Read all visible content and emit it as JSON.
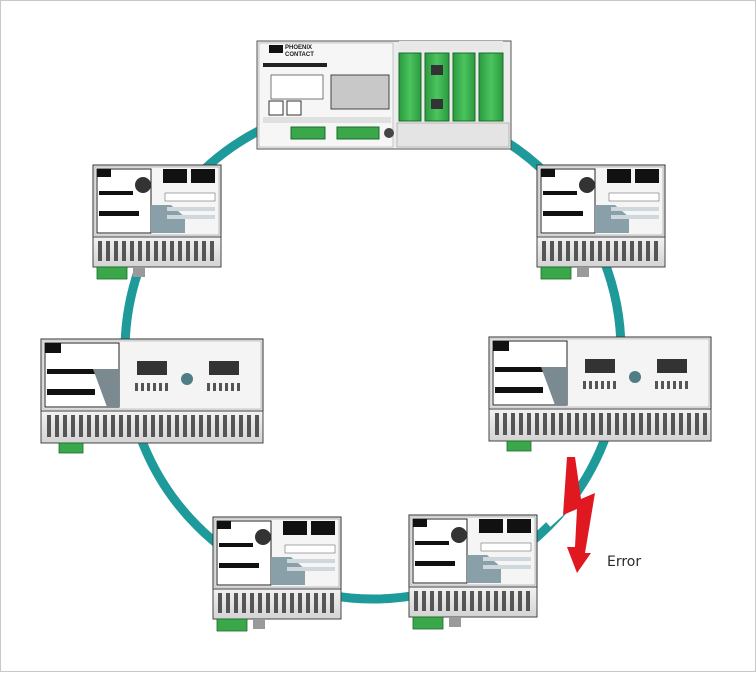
{
  "brand": {
    "logo_line1": "PHOENIX",
    "logo_line2": "CONTACT"
  },
  "error": {
    "label": "Error",
    "color": "#e01820"
  },
  "ring": {
    "color": "#1f9a9a"
  },
  "modules": {
    "terminal_color": "#3aa84a",
    "controller_module_color": "#2fb04a"
  }
}
